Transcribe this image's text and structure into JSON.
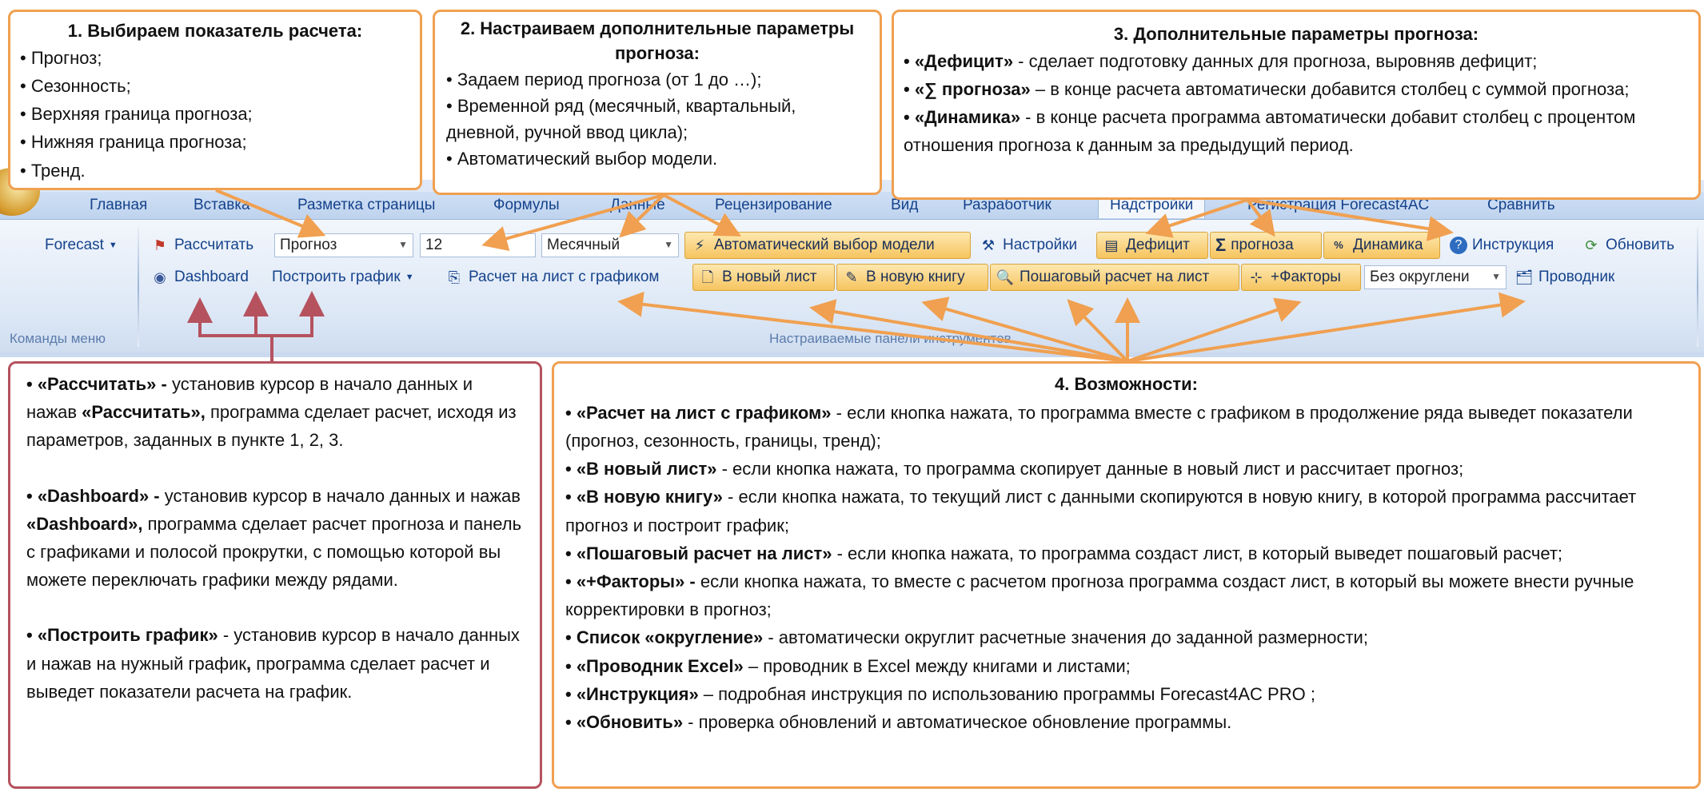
{
  "colors": {
    "callout_border": "#f0a050",
    "callout_red_border": "#b5525e",
    "ribbon_text": "#15428b",
    "highlight": "#f6c45f"
  },
  "callout1": {
    "title": "1. Выбираем показатель расчета:",
    "items": [
      "• Прогноз;",
      "• Сезонность;",
      "• Верхняя граница прогноза;",
      "• Нижняя граница прогноза;",
      "• Тренд."
    ]
  },
  "callout2": {
    "title": "2. Настраиваем дополнительные параметры прогноза:",
    "items": [
      "• Задаем период прогноза (от 1 до …);",
      "• Временной ряд (месячный, квартальный, дневной, ручной ввод цикла);",
      "• Автоматический выбор модели."
    ]
  },
  "callout3": {
    "title": "3. Дополнительные параметры прогноза:",
    "items": [
      {
        "bold": "• «Дефицит»",
        "rest": " - сделает подготовку данных для прогноза, выровняв дефицит;"
      },
      {
        "bold": "• «∑ прогноза»",
        "rest": " – в конце расчета автоматически добавится столбец с суммой прогноза;"
      },
      {
        "bold": "• «Динамика»",
        "rest": " - в конце расчета программа автоматически добавит столбец с процентом отношения прогноза к данным за предыдущий период."
      }
    ]
  },
  "callout_left": {
    "items": [
      {
        "bold": "• «Рассчитать» - ",
        "rest": "установив курсор в начало данных и нажав ",
        "bold2": "«Рассчитать»,",
        "rest2": " программа сделает расчет, исходя из параметров, заданных в пункте 1, 2, 3."
      },
      {
        "bold": "• «Dashboard» - ",
        "rest": "установив курсор в начало данных и нажав ",
        "bold2": "«Dashboard»,",
        "rest2": " программа сделает расчет прогноза и панель с графиками и полосой прокрутки, с помощью которой вы можете переключать графики между рядами."
      },
      {
        "bold": "• «Построить график»",
        "rest": " - установив курсор в начало данных и нажав на нужный график",
        "bold2": ",",
        "rest2": " программа сделает расчет и выведет показатели расчета на график."
      }
    ]
  },
  "callout4": {
    "title": "4.     Возможности:",
    "items": [
      {
        "bold": "• «Расчет на лист с графиком»",
        "rest": " - если кнопка нажата, то программа вместе с графиком в продолжение ряда выведет показатели (прогноз, сезонность, границы, тренд);"
      },
      {
        "bold": "• «В новый лист»",
        "rest": " - если кнопка нажата, то программа скопирует данные в новый лист и рассчитает прогноз;"
      },
      {
        "bold": "• «В новую книгу»",
        "rest": " - если кнопка нажата, то текущий лист с данными скопируются в новую книгу, в которой программа рассчитает прогноз и построит график;"
      },
      {
        "bold": "• «Пошаговый расчет на лист»",
        "rest": " - если кнопка нажата, то программа создаст лист, в который выведет пошаговый расчет;"
      },
      {
        "bold": "• «+Факторы» -",
        "rest": " если кнопка нажата, то вместе с расчетом прогноза программа создаст лист, в который вы можете внести ручные корректировки в прогноз;"
      },
      {
        "bold": "•  Список «округление»",
        "rest": " - автоматически округлит расчетные значения до заданной размерности;"
      },
      {
        "bold": "• «Проводник Excel»",
        "rest": " – проводник в Excel между книгами и листами;"
      },
      {
        "bold": "• «Инструкция»",
        "rest": " – подробная инструкция по использованию программы Forecast4AC PRO ;"
      },
      {
        "bold": "•  «Обновить»",
        "rest": " - проверка обновлений и автоматическое обновление программы."
      }
    ]
  },
  "ribbon": {
    "tabs": [
      "Главная",
      "Вставка",
      "Разметка страницы",
      "Формулы",
      "Данные",
      "Рецензирование",
      "Вид",
      "Разработчик",
      "Надстройки",
      "Регистрация Forecast4AC",
      "Сравнить"
    ],
    "forecast_menu": "Forecast",
    "calculate": "Рассчитать",
    "indicator_value": "Прогноз",
    "period_value": "12",
    "series_value": "Месячный",
    "auto_model": "Автоматический выбор модели",
    "settings": "Настройки",
    "deficit": "Дефицит",
    "sum_forecast": "прогноза",
    "sum_symbol": "Σ",
    "dynamics": "Динамика",
    "instruction": "Инструкция",
    "update": "Обновить",
    "dashboard": "Dashboard",
    "build_chart": "Построить график",
    "calc_sheet_chart": "Расчет на лист с графиком",
    "new_sheet": "В новый лист",
    "new_book": "В новую книгу",
    "stepwise": "Пошаговый расчет на лист",
    "factors": "+Факторы",
    "rounding_value": "Без округлени",
    "explorer": "Проводник",
    "group_commands": "Команды меню",
    "group_panels": "Настраиваемые панели инструментов"
  }
}
